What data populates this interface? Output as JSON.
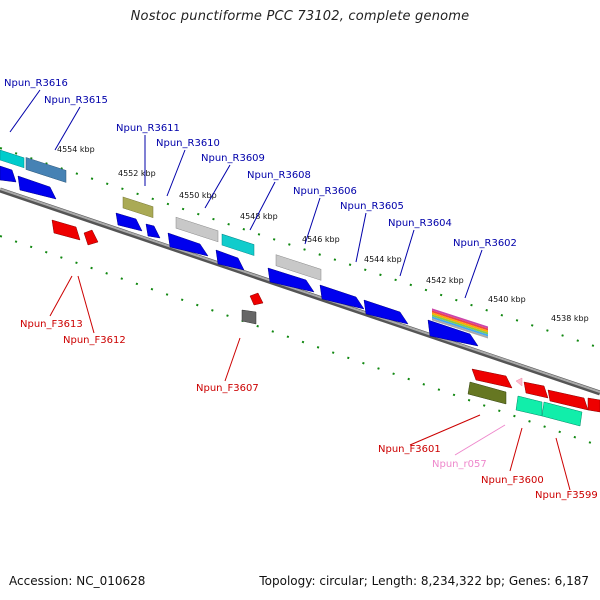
{
  "header": {
    "title": "Nostoc punctiforme PCC 73102, complete genome"
  },
  "footer": {
    "accession": "Accession: NC_010628",
    "topology": "Topology: circular; Length: 8,234,322 bp; Genes: 6,187"
  },
  "colors": {
    "reverse_label": "#0000aa",
    "forward_label": "#cc0000",
    "rna_label": "#ee88cc",
    "backbone": "#888888",
    "tick_dots": "#118811"
  },
  "ticks": [
    {
      "label": "4554 kbp"
    },
    {
      "label": "4552 kbp"
    },
    {
      "label": "4550 kbp"
    },
    {
      "label": "4548 kbp"
    },
    {
      "label": "4546 kbp"
    },
    {
      "label": "4544 kbp"
    },
    {
      "label": "4542 kbp"
    },
    {
      "label": "4540 kbp"
    },
    {
      "label": "4538 kbp"
    }
  ],
  "reverse_genes": [
    {
      "name": "Npun_R3616"
    },
    {
      "name": "Npun_R3615"
    },
    {
      "name": "Npun_R3611"
    },
    {
      "name": "Npun_R3610"
    },
    {
      "name": "Npun_R3609"
    },
    {
      "name": "Npun_R3608"
    },
    {
      "name": "Npun_R3606"
    },
    {
      "name": "Npun_R3605"
    },
    {
      "name": "Npun_R3604"
    },
    {
      "name": "Npun_R3602"
    }
  ],
  "forward_genes": [
    {
      "name": "Npun_F3613"
    },
    {
      "name": "Npun_F3612"
    },
    {
      "name": "Npun_F3607"
    },
    {
      "name": "Npun_F3601"
    },
    {
      "name": "Npun_r057"
    },
    {
      "name": "Npun_F3600"
    },
    {
      "name": "Npun_F3599"
    }
  ]
}
